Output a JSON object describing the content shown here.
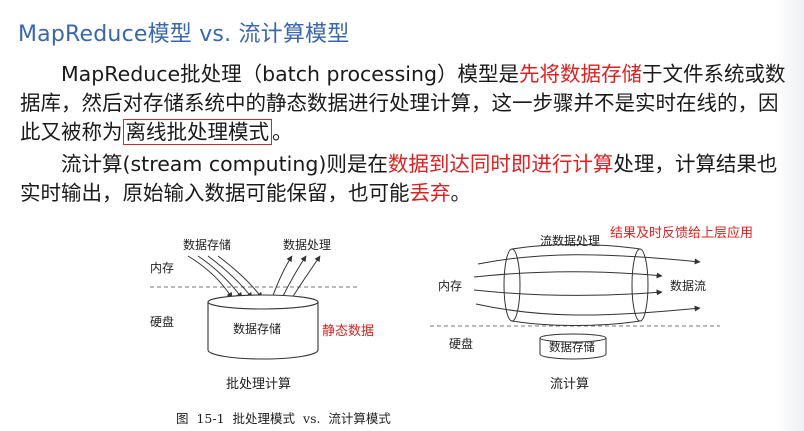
{
  "title": "MapReduce模型  vs. 流计算模型",
  "paragraph1": {
    "t1": "MapReduce批处理（batch processing）模型是",
    "h1": "先将数据存储",
    "t2": "于文件系统或数据库，然后对存储系统中的静态数据进行处理计算，这一步骤并不是实时在线的，因此又被称为",
    "boxed": "离线批处理模式",
    "t3": "。"
  },
  "paragraph2": {
    "t1": "流计算(stream computing)则是在",
    "h1": "数据到达同时即进行计算",
    "t2": "处理，计算结果也实时输出，原始输入数据可能保留，也可能",
    "h2": "丢弃",
    "t3": "。"
  },
  "notes": {
    "feedback": "结果及时反馈给上层应用",
    "static_data": "静态数据"
  },
  "batch_diagram": {
    "store_label": "数据存储",
    "process_label": "数据处理",
    "memory_label": "内存",
    "disk_label": "硬盘",
    "drum_label": "数据存储",
    "title": "批处理计算"
  },
  "stream_diagram": {
    "stream_label": "流数据处理",
    "memory_label": "内存",
    "flow_label": "数据流",
    "disk_label": "硬盘",
    "drum_label": "数据存储",
    "title": "流计算"
  },
  "caption": "图 15-1   批处理模式  vs.  流计算模式",
  "colors": {
    "title": "#3a66b0",
    "highlight": "#e02020"
  }
}
